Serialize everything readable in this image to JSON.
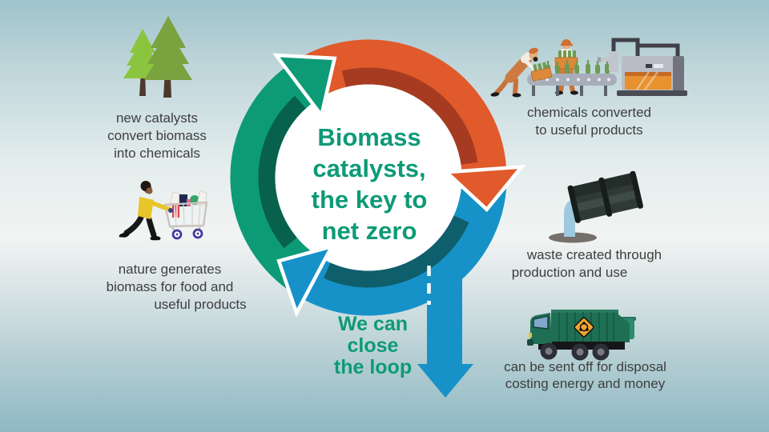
{
  "title": {
    "lines": [
      "Biomass",
      "catalysts,",
      "the key to",
      "net zero"
    ]
  },
  "closing": {
    "lines": [
      "We can",
      "close",
      "the loop"
    ]
  },
  "steps": [
    {
      "name": "new-catalysts",
      "icon": "trees-icon",
      "lines": [
        "new catalysts",
        "convert biomass",
        "into chemicals"
      ]
    },
    {
      "name": "chemicals-converted",
      "icon": "factory-line-icon",
      "lines": [
        "chemicals converted",
        "to useful products"
      ]
    },
    {
      "name": "waste-created",
      "icon": "waste-barrel-icon",
      "lines": [
        "waste created through",
        "production and use"
      ]
    },
    {
      "name": "disposal",
      "icon": "garbage-truck-icon",
      "lines": [
        "can be sent off for disposal",
        "costing energy and money"
      ]
    },
    {
      "name": "nature-generates",
      "icon": "shopper-cart-icon",
      "lines": [
        "nature generates",
        "biomass for food and",
        "useful products"
      ]
    }
  ],
  "colors": {
    "green_arrow": "#0d9b77",
    "green_shadow": "#07614c",
    "orange_arrow": "#e05a2b",
    "orange_shadow": "#a63b21",
    "blue_arrow": "#1792c8",
    "blue_shadow": "#0e5f6b",
    "title_green": "#0e9a77",
    "text_dark": "#3e3e3e",
    "background_top": "#9ec3cb",
    "background_middle": "#f1f4f3",
    "background_bottom": "#8fb9c3"
  }
}
